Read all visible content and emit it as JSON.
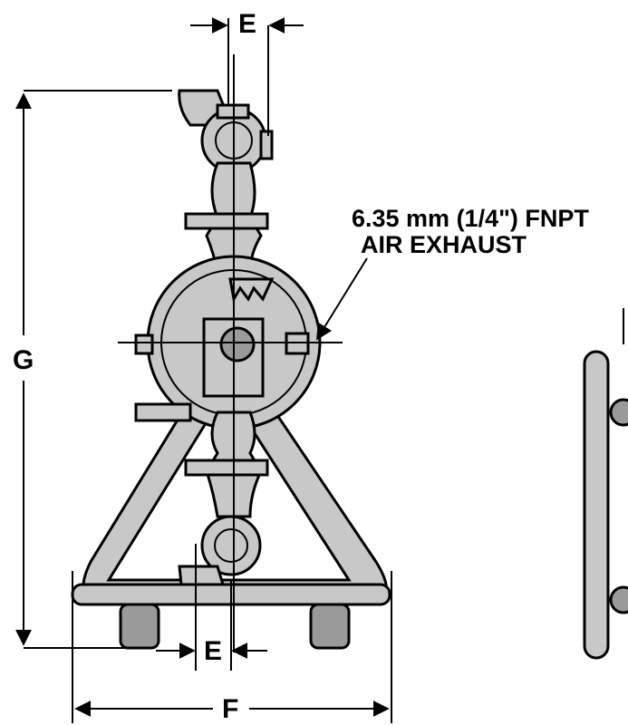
{
  "dimensions": {
    "e_top": "E",
    "e_bottom": "E",
    "f": "F",
    "g": "G"
  },
  "callout": {
    "line1": "6.35 mm (1/4\") FNPT",
    "line2": "AIR EXHAUST"
  },
  "colors": {
    "metal": "#c8c8c8",
    "metal_dark": "#9a9a9a",
    "ink": "#000000"
  }
}
